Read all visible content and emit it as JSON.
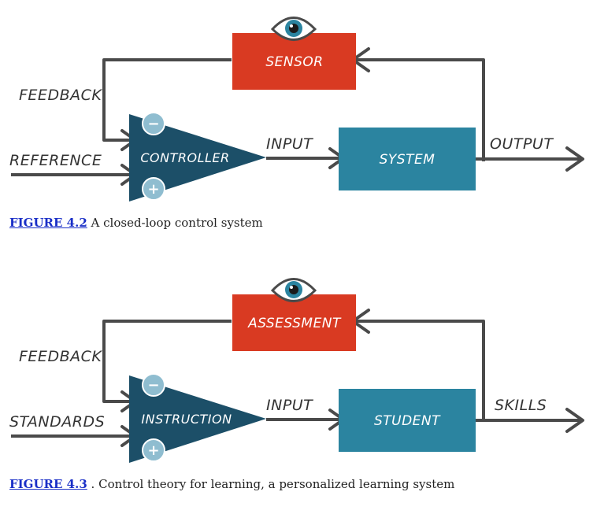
{
  "figures": [
    {
      "sensor_label": "SENSOR",
      "feedback_label": "FEEDBACK",
      "reference_label": "REFERENCE",
      "controller_label": "CONTROLLER",
      "minus_sign": "−",
      "plus_sign": "+",
      "input_label": "INPUT",
      "system_label": "SYSTEM",
      "output_label": "OUTPUT",
      "caption_ref": "FIGURE 4.2",
      "caption_text": " A closed-loop control system"
    },
    {
      "sensor_label": "ASSESSMENT",
      "feedback_label": "FEEDBACK",
      "reference_label": "STANDARDS",
      "controller_label": "INSTRUCTION",
      "minus_sign": "−",
      "plus_sign": "+",
      "input_label": "INPUT",
      "system_label": "STUDENT",
      "output_label": "SKILLS",
      "caption_ref": "FIGURE 4.3",
      "caption_text": " . Control theory for learning, a personalized learning system"
    }
  ],
  "colors": {
    "sensor_box": "#d93a22",
    "controller": "#1c4f68",
    "system_box": "#2b84a0",
    "sign_circle": "#8fbdd0",
    "arrow": "#4a4a4a",
    "eye_iris": "#2b84a0",
    "label_text": "#ffffff",
    "hand_text": "#333333",
    "link": "#1a2fc7"
  }
}
